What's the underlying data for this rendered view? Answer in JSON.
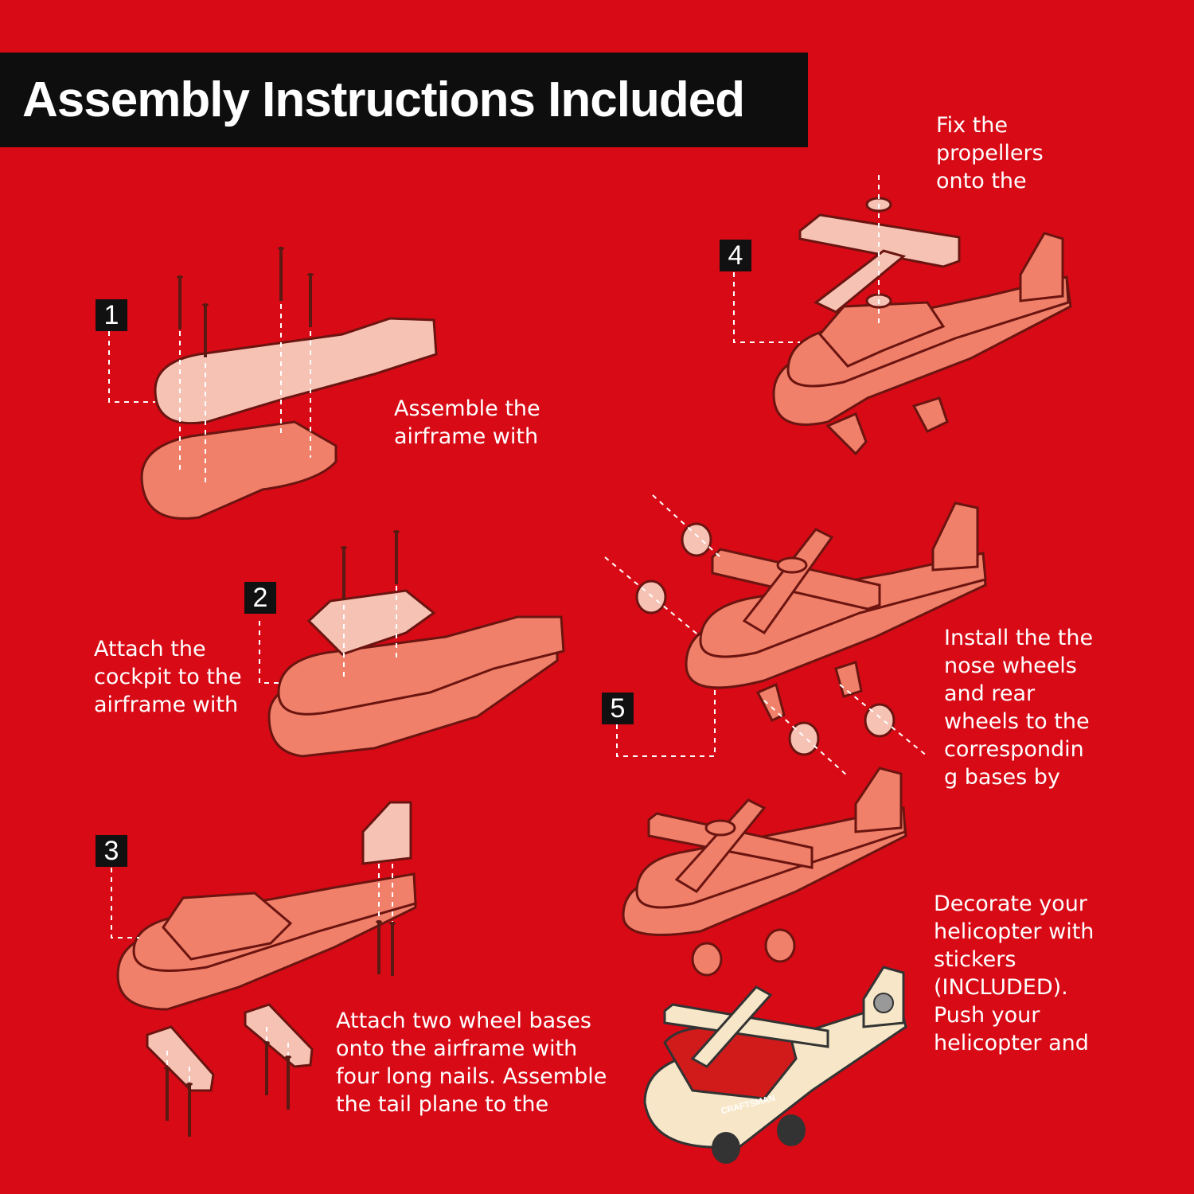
{
  "header": {
    "title": "Assembly Instructions Included"
  },
  "colors": {
    "background": "#d80a16",
    "header_bg": "#0e0e0e",
    "part_light": "#f6c2b4",
    "part_mid": "#f0806a",
    "outline": "#6b1410"
  },
  "steps": [
    {
      "number": "1",
      "caption": "Assemble the\nairframe with"
    },
    {
      "number": "2",
      "caption": "Attach the\ncockpit to the\nairframe with"
    },
    {
      "number": "3",
      "caption": "Attach two wheel bases\nonto the airframe with\nfour long nails. Assemble\nthe tail plane to the"
    },
    {
      "number": "4",
      "caption": "Fix the\npropellers\nonto the"
    },
    {
      "number": "5",
      "caption": "Install the the\nnose wheels\nand rear\nwheels to the\ncorrespondin\ng bases by"
    }
  ],
  "final": {
    "caption": "Decorate your\nhelicopter with\nstickers\n(INCLUDED).\nPush your\nhelicopter and",
    "brand_sticker": "CRAFTSMAN"
  }
}
